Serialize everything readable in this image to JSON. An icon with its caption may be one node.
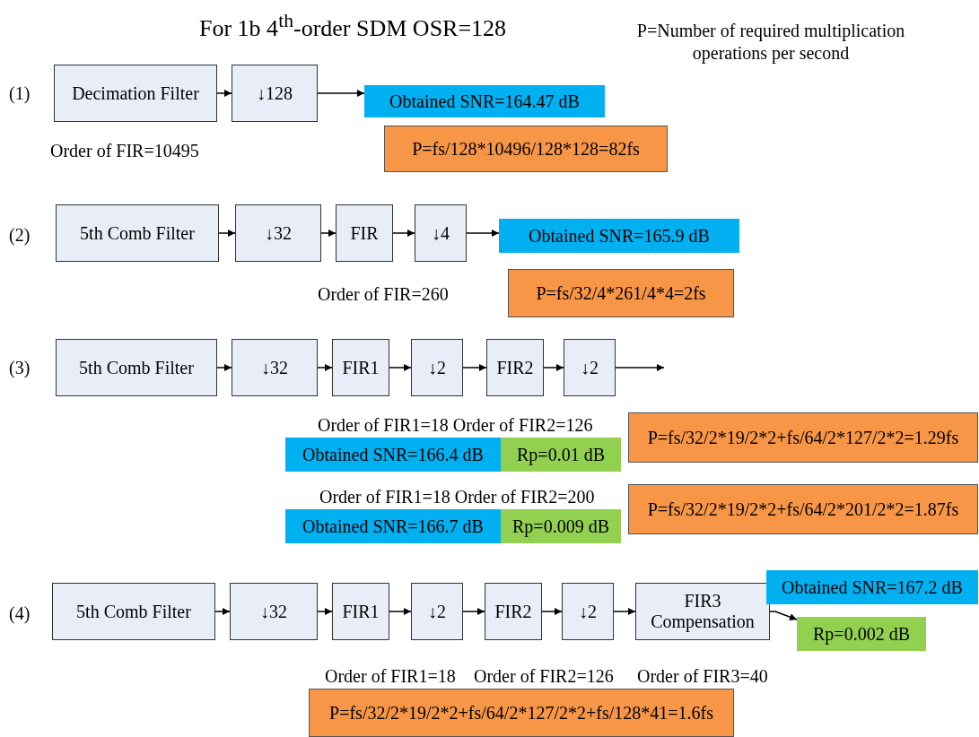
{
  "diagram": {
    "title": "For 1b 4$^{th}$-order SDM OSR=128",
    "nodes": [
      {
        "text": [
          "Decimation Filter"
        ]
      },
      {
        "text": [
          "↓128"
        ]
      },
      {
        "text": [
          "Obtained SNR=164.47 dB"
        ]
      },
      {
        "text": [
          "P=fs/128*10496/128*128=82fs"
        ]
      },
      {
        "text": [
          "5th Comb Filter"
        ]
      },
      {
        "text": [
          "↓32"
        ]
      },
      {
        "text": [
          "FIR"
        ]
      },
      {
        "text": [
          "↓4"
        ]
      },
      {
        "text": [
          "Obtained SNR=165.9 dB"
        ]
      },
      {
        "text": [
          "P=fs/32/4*261/4*4=2fs"
        ]
      },
      {
        "text": [
          "5th Comb Filter"
        ]
      },
      {
        "text": [
          "↓32"
        ]
      },
      {
        "text": [
          "FIR1"
        ]
      },
      {
        "text": [
          "↓2"
        ]
      },
      {
        "text": [
          "FIR2"
        ]
      },
      {
        "text": [
          "↓2"
        ]
      },
      {
        "text": [
          "Obtained SNR=166.4 dB"
        ]
      },
      {
        "text": [
          "Rp=0.01 dB"
        ]
      },
      {
        "text": [
          "P=fs/32/2*19/2*2+fs/64/2*127/2*2=1.29fs"
        ]
      },
      {
        "text": [
          "Obtained SNR=166.7 dB"
        ]
      },
      {
        "text": [
          "Rp=0.009 dB"
        ]
      },
      {
        "text": [
          "P=fs/32/2*19/2*2+fs/64/2*201/2*2=1.87fs"
        ]
      },
      {
        "text": [
          "5th Comb Filter"
        ]
      },
      {
        "text": [
          "↓32"
        ]
      },
      {
        "text": [
          "FIR1"
        ]
      },
      {
        "text": [
          "↓2"
        ]
      },
      {
        "text": [
          "FIR2"
        ]
      },
      {
        "text": [
          "↓2"
        ]
      },
      {
        "text": [
          "FIR3 Compensation"
        ]
      },
      {
        "text": [
          "Obtained SNR=167.2 dB"
        ]
      },
      {
        "text": [
          "Rp=0.002 dB"
        ]
      },
      {
        "text": [
          "P=fs/32/2*19/2*2+fs/64/2*127/2*2+fs/128*41=1.6fs"
        ]
      }
    ],
    "edges": [
      {
        "from": 0,
        "to": 1,
        "arrow": "to"
      },
      {
        "from": 1,
        "to": 2,
        "arrow": "to"
      },
      {
        "from": 4,
        "to": 5,
        "arrow": "to"
      },
      {
        "from": 5,
        "to": 6,
        "arrow": "to"
      },
      {
        "from": 6,
        "to": 7,
        "arrow": "to"
      },
      {
        "from": 7,
        "to": 8,
        "arrow": "to"
      },
      {
        "from": 10,
        "to": 11,
        "arrow": "to"
      },
      {
        "from": 11,
        "to": 12,
        "arrow": "to"
      },
      {
        "from": 12,
        "to": 13,
        "arrow": "to"
      },
      {
        "from": 13,
        "to": 14,
        "arrow": "to"
      },
      {
        "from": 14,
        "to": 15,
        "arrow": "to"
      },
      {
        "from": 15,
        "to": null,
        "arrow": "to"
      },
      {
        "from": 22,
        "to": 23,
        "arrow": "to"
      },
      {
        "from": 23,
        "to": 24,
        "arrow": "to"
      },
      {
        "from": 24,
        "to": 25,
        "arrow": "to"
      },
      {
        "from": 25,
        "to": 26,
        "arrow": "to"
      },
      {
        "from": 26,
        "to": 27,
        "arrow": "to"
      },
      {
        "from": 27,
        "to": 28,
        "arrow": "to"
      },
      {
        "from": 28,
        "to": 30,
        "arrow": "to"
      }
    ],
    "labels": [
      "P=Number of required multiplication operations per second",
      "(1)",
      "Order of FIR=10495",
      "(2)",
      "Order of FIR=260",
      "(3)",
      "Order of FIR1=18 Order of FIR2=126",
      "Order of FIR1=18 Order of FIR2=200",
      "(4)",
      "Order of FIR1=18",
      "Order of FIR2=126",
      "Order of FIR3=40"
    ]
  }
}
